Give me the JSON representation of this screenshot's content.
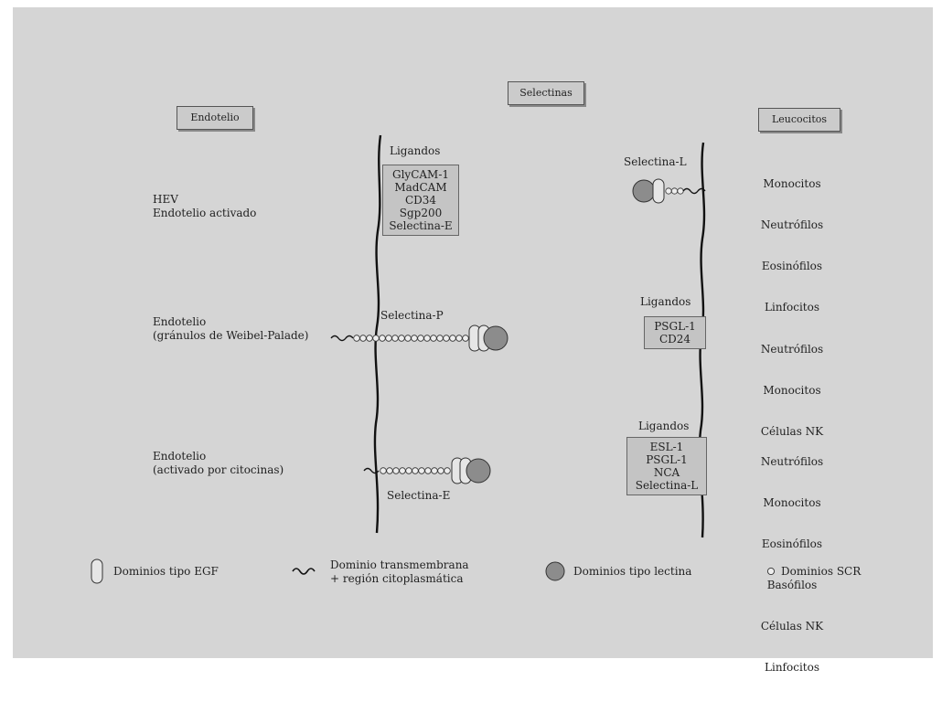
{
  "header": {
    "center": "Selectinas",
    "left": "Endotelio",
    "right": "Leucocitos"
  },
  "left": {
    "row1": "HEV\nEndotelio activado",
    "row2": "Endotelio\n(gránulos de Weibel-Palade)",
    "row3": "Endotelio\n(activado por citocinas)"
  },
  "center_membrane": {
    "ligandos_title": "Ligandos",
    "ligandos": [
      "GlyCAM-1",
      "MadCAM",
      "CD34",
      "Sgp200",
      "Selectina-E"
    ],
    "selectina_p": "Selectina-P",
    "selectina_e": "Selectina-E"
  },
  "right_membrane": {
    "selectina_l": "Selectina-L",
    "ligandos2_title": "Ligandos",
    "ligandos2": [
      "PSGL-1",
      "CD24"
    ],
    "ligandos3_title": "Ligandos",
    "ligandos3": [
      "ESL-1",
      "PSGL-1",
      "NCA",
      "Selectina-L"
    ]
  },
  "right": {
    "row1": [
      "Monocitos",
      "Neutrófilos",
      "Eosinófilos",
      "Linfocitos"
    ],
    "row2": [
      "Neutrófilos",
      "Monocitos",
      "Células NK"
    ],
    "row3": [
      "Neutrófilos",
      "Monocitos",
      "Eosinófilos",
      "Basófilos",
      "Células NK",
      "Linfocitos"
    ]
  },
  "legend": {
    "egf": "Dominios tipo EGF",
    "tm": "Dominio transmembrana\n+ región citoplasmática",
    "lectin": "Dominios tipo lectina",
    "scr": "Dominios SCR"
  }
}
